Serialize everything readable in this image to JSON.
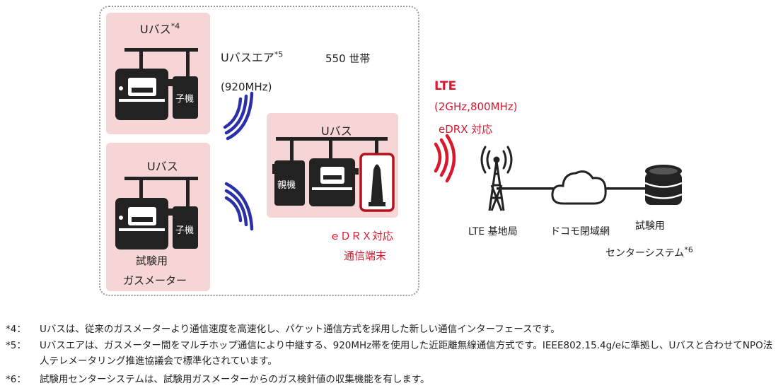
{
  "diagram": {
    "meters": {
      "top": {
        "title": "Uバス",
        "title_sup": "*4",
        "slave_label": "子機"
      },
      "bottom": {
        "title": "Uバス",
        "slave_label": "子機",
        "caption_line1": "試験用",
        "caption_line2": "ガスメーター"
      },
      "center": {
        "title": "Uバス",
        "master_label": "親機",
        "caption_line1": "ｅＤＲＸ対応",
        "caption_line2": "通信端末"
      }
    },
    "ubus_air": {
      "label": "Uバスエア",
      "sup": "*5",
      "freq": "(920MHz)"
    },
    "households": "550 世帯",
    "lte": {
      "title": "LTE",
      "freq": "(2GHz,800MHz)",
      "edrx": "eDRX 対応"
    },
    "network": {
      "base_station": "LTE 基地局",
      "closed_network": "ドコモ閉域網",
      "system_line1": "試験用",
      "system_line2": "センターシステム",
      "system_sup": "*6"
    }
  },
  "footnotes": [
    {
      "key": "*4：",
      "text": "Uバスは、従来のガスメーターより通信速度を高速化し、パケット通信方式を採用した新しい通信インターフェースです。"
    },
    {
      "key": "*5：",
      "text": "Uバスエアは、ガスメーター間をマルチホップ通信により中継する、920MHz帯を使用した近距離無線通信方式です。IEEE802.15.4g/eに準拠し、Uバスと合わせてNPO法人テレメータリング推進協議会で標準化されています。"
    },
    {
      "key": "*6：",
      "text": "試験用センターシステムは、試験用ガスメーターからのガス検針値の収集機能を有します。"
    }
  ],
  "colors": {
    "panel": "#f6d5d6",
    "accent_red": "#d9182e",
    "wave_blue": "#2b2fa8",
    "device": "#222222"
  }
}
